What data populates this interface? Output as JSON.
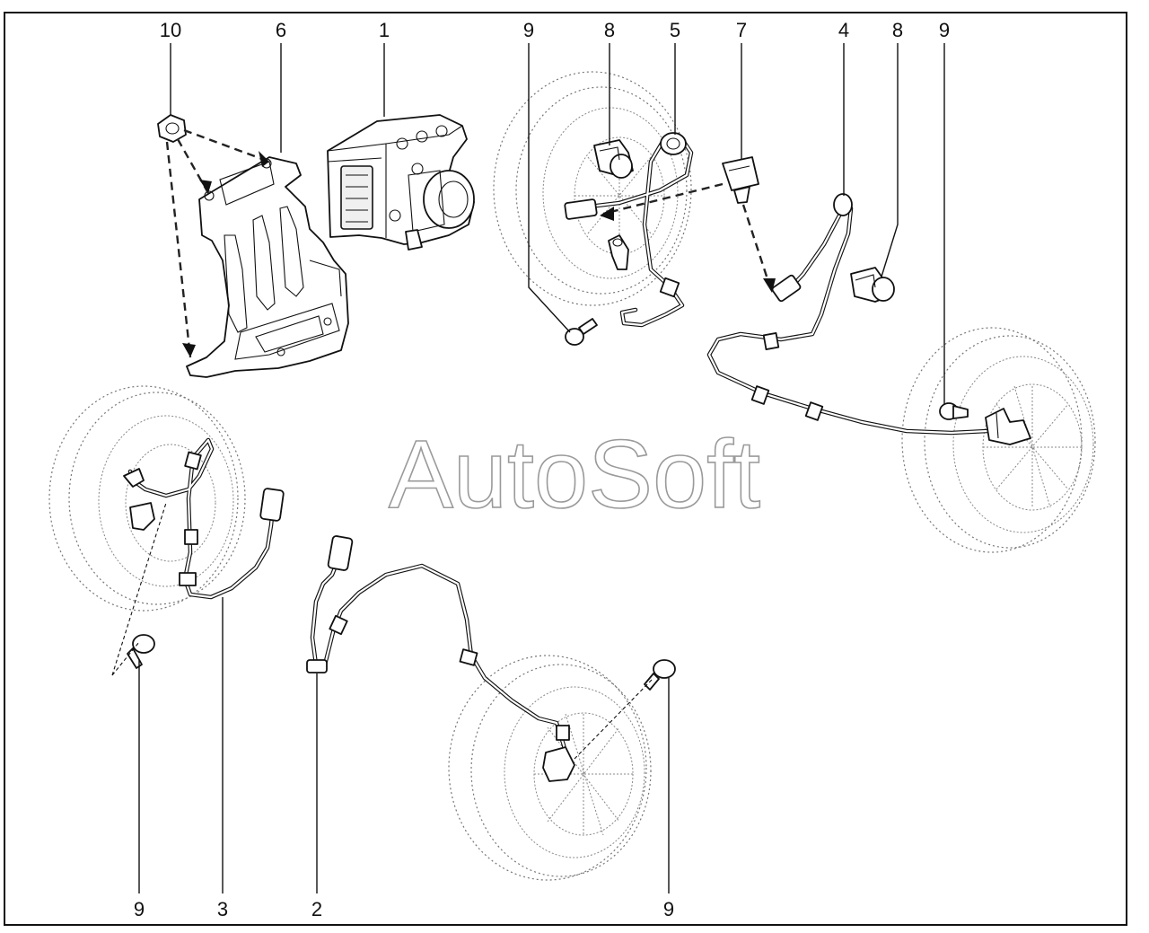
{
  "watermark": "AutoSoft",
  "callouts_top": [
    "10",
    "6",
    "1",
    "9",
    "8",
    "5",
    "7",
    "4",
    "8",
    "9"
  ],
  "callouts_bottom": [
    "9",
    "3",
    "2",
    "9"
  ],
  "colors": {
    "line": "#111111",
    "watermark_stroke": "#9a9a9a",
    "wheel": "#777777"
  }
}
